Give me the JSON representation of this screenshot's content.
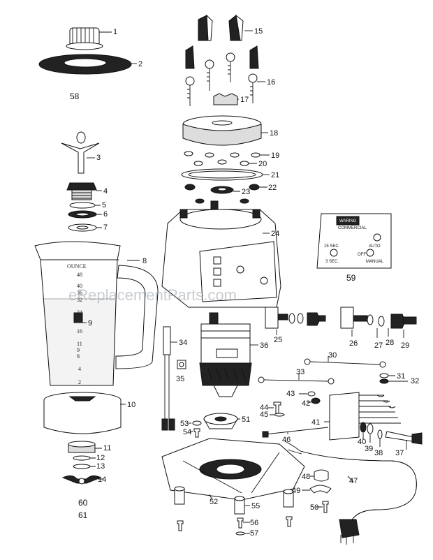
{
  "watermark": "eReplacementParts.com",
  "jar": {
    "unit_label": "OUNCE",
    "scale_marks": [
      "48",
      "40",
      "36",
      "32",
      "24",
      "16",
      "11",
      "9",
      "8",
      "4",
      "2"
    ]
  },
  "control_panel": {
    "brand_line1": "WARING",
    "brand_line2": "COMMERCIAL",
    "labels": [
      "15 SEC.",
      "3 SEC.",
      "AUTO",
      "OFF",
      "MANUAL"
    ]
  },
  "group_labels": [
    "58",
    "59",
    "60",
    "61"
  ],
  "callouts": [
    "1",
    "2",
    "3",
    "4",
    "5",
    "6",
    "7",
    "8",
    "9",
    "10",
    "11",
    "12",
    "13",
    "14",
    "15",
    "16",
    "17",
    "18",
    "19",
    "20",
    "21",
    "22",
    "23",
    "24",
    "25",
    "26",
    "27",
    "28",
    "29",
    "30",
    "31",
    "32",
    "33",
    "34",
    "35",
    "36",
    "37",
    "38",
    "39",
    "40",
    "41",
    "42",
    "43",
    "44",
    "45",
    "46",
    "47",
    "48",
    "49",
    "50",
    "51",
    "52",
    "53",
    "54",
    "55",
    "56",
    "57"
  ]
}
